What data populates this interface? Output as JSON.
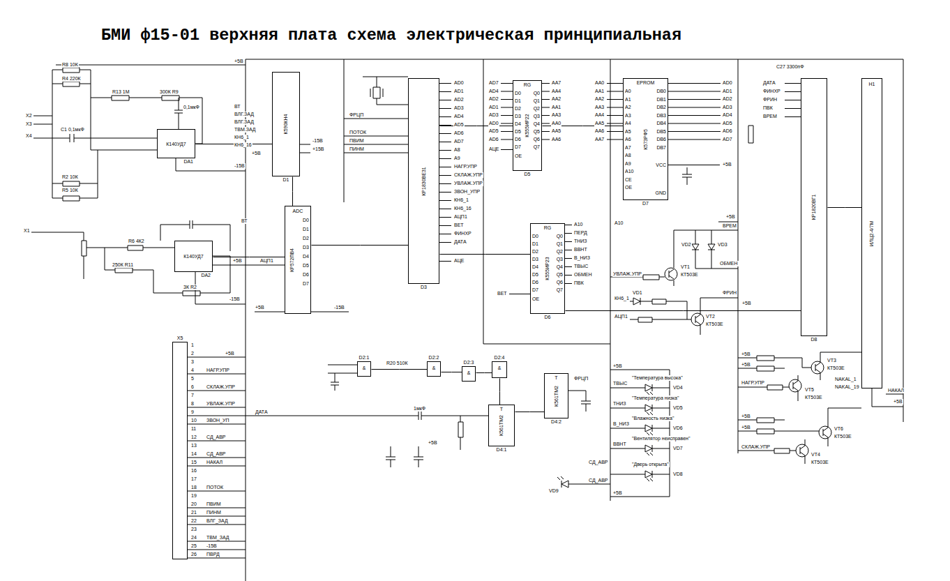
{
  "diagram": {
    "title": "БМИ ф15-01 верхняя плата схема электрическая принципиальная",
    "nodes": [
      {
        "text": [
          "К140УД7",
          "DA1"
        ]
      },
      {
        "text": [
          "К140УД7",
          "DA2"
        ]
      },
      {
        "text": [
          "К590КН4",
          "D1"
        ]
      },
      {
        "text": [
          "ADC",
          "КР572ПВ4",
          "D0",
          "D1",
          "D2",
          "D3",
          "D4",
          "D5",
          "D6",
          "D7"
        ]
      },
      {
        "text": [
          "КР1830ВЕ31",
          "D3"
        ]
      },
      {
        "text": [
          "RG",
          "К555ИР22",
          "D5",
          "D0",
          "D1",
          "D2",
          "D3",
          "D4",
          "D5",
          "D6",
          "D7",
          "OE",
          "Q0",
          "Q1",
          "Q2",
          "Q3",
          "Q4",
          "Q5",
          "Q6",
          "Q7"
        ]
      },
      {
        "text": [
          "EPROM",
          "К573РФ5",
          "D7",
          "A0",
          "A1",
          "A2",
          "A3",
          "A4",
          "A5",
          "A6",
          "A7",
          "A8",
          "A9",
          "A10",
          "CE",
          "OE",
          "DB0",
          "DB1",
          "DB2",
          "DB3",
          "DB4",
          "DB5",
          "DB6",
          "DB7",
          "VCC",
          "GND"
        ]
      },
      {
        "text": [
          "RG",
          "К555ИР23",
          "D6",
          "D0",
          "D1",
          "D2",
          "D3",
          "D4",
          "D5",
          "D6",
          "D7",
          "OE",
          "Q0",
          "Q1",
          "Q2",
          "Q3",
          "Q4",
          "Q5",
          "Q6",
          "Q7"
        ]
      },
      {
        "text": [
          "КР1820ВГ1",
          "D8"
        ]
      },
      {
        "text": [
          "ИЛЦ2-4/7М",
          "H1"
        ]
      },
      {
        "text": [
          "X5"
        ]
      },
      {
        "text": [
          "&",
          "D2:1"
        ]
      },
      {
        "text": [
          "&",
          "D2:2"
        ]
      },
      {
        "text": [
          "&",
          "D2:3"
        ]
      },
      {
        "text": [
          "&",
          "D2:4"
        ]
      },
      {
        "text": [
          "T",
          "К561ТМ2",
          "D4:1"
        ]
      },
      {
        "text": [
          "T",
          "К561ТМ2",
          "D4:2"
        ]
      }
    ],
    "edges": [
      {
        "from": 0,
        "to": 2,
        "arrow": "none"
      },
      {
        "from": 1,
        "to": 3,
        "arrow": "none"
      },
      {
        "from": 2,
        "to": 3,
        "arrow": "none"
      },
      {
        "from": 3,
        "to": 4,
        "arrow": "none"
      },
      {
        "from": 4,
        "to": 5,
        "arrow": "none"
      },
      {
        "from": 5,
        "to": 6,
        "arrow": "none"
      },
      {
        "from": 4,
        "to": 7,
        "arrow": "none"
      },
      {
        "from": 7,
        "to": 8,
        "arrow": "none"
      },
      {
        "from": 8,
        "to": 9,
        "arrow": "none"
      },
      {
        "from": 11,
        "to": 12,
        "arrow": "none"
      },
      {
        "from": 12,
        "to": 13,
        "arrow": "none"
      },
      {
        "from": 13,
        "to": 14,
        "arrow": "none"
      },
      {
        "from": 14,
        "to": 15,
        "arrow": "none"
      },
      {
        "from": 15,
        "to": 16,
        "arrow": "none"
      }
    ],
    "labels": [
      "+5В",
      "R8 10К",
      "R4 220К",
      "R13 1М",
      "300К R9",
      "0,1мкФ",
      "C1 0,1мкФ",
      "R2 10К",
      "R5 10К",
      "X2",
      "X3",
      "X4",
      "X1",
      "ВТ",
      "ВЛГ.ЗАД",
      "ВЛГ.ЗАД",
      "ТВМ.ЗАД",
      "КН6_1",
      "КН6_16",
      "+5В",
      "-15В",
      "-15В",
      "+15В",
      "R6 4К2",
      "250К R11",
      "3К R2",
      "ВТ",
      "+5В",
      "АЦП1",
      "-15В",
      "+5В",
      "-15В",
      "ФРЦП",
      "ПОТОК",
      "ПВИМ",
      "ПИНМ",
      "AD0",
      "AD1",
      "AD2",
      "AD3",
      "AD4",
      "AD5",
      "AD6",
      "AD7",
      "A8",
      "A9",
      "НАГР.УПР",
      "СКЛАЖ.УПР",
      "УВЛАЖ.УПР",
      "ЗВОН_УПР",
      "КН6_1",
      "КН6_16",
      "АЦП1",
      "ВЕТ",
      "ФИНХР",
      "ДАТА",
      "АЦЕ",
      "AD7",
      "AD4",
      "AD2",
      "AD1",
      "AD3",
      "AD0",
      "AD5",
      "AD6",
      "АЦЕ",
      "AA7",
      "AA4",
      "AA2",
      "AA1",
      "AA3",
      "AA0",
      "AA5",
      "AA6",
      "AA0",
      "AA1",
      "AA2",
      "AA3",
      "AA4",
      "AA5",
      "AA6",
      "AA7",
      "AD0",
      "AD1",
      "AD2",
      "AD3",
      "AD4",
      "AD5",
      "AD6",
      "AD7",
      "+5В",
      "ДАТА",
      "ФИНХР",
      "ФРИН",
      "ПВК",
      "ВРЕМ",
      "C27 3300пФ",
      "A10",
      "A10",
      "ПЕРД",
      "ТНИЗ",
      "ВВНТ",
      "В_НИЗ",
      "ТВЫС",
      "ОБМЕН",
      "ПВК",
      "ВЕТ",
      "УВЛАЖ.УПР",
      "КН6_1",
      "АЦП1",
      "+5В",
      "ВРЕМ",
      "ОБМЕН",
      "ФРИН",
      "+5В",
      "VD1",
      "VD2",
      "VD3",
      "VT1",
      "КТ503Е",
      "VT2",
      "КТ503Е",
      "R20 510К",
      "1мкФ",
      "ДАТА",
      "+5В",
      "ФРЦП",
      "+5В",
      "ТВЫС",
      "ТНИЗ",
      "В_НИЗ",
      "ВВНТ",
      "СД_АВР",
      "СД_АВР",
      "+5В",
      "\"Температура высока\"",
      "\"Температура низка\"",
      "\"Влажность низка\"",
      "\"Вентилятор неисправен\"",
      "\"Дверь открыта\"",
      "VD4",
      "VD5",
      "VD6",
      "VD7",
      "VD8",
      "VD9",
      "+5В",
      "+5В",
      "НАГР.УПР",
      "+5В",
      "+5В",
      "СКЛАЖ.УПР",
      "VT3",
      "КТ503Е",
      "VT5",
      "КТ503Е",
      "VT6",
      "КТ503Е",
      "VT4",
      "КТ503Е",
      "NAKAL_1",
      "NAKAL_19",
      "НАКАЛ",
      "+5В",
      "1",
      "2",
      "3",
      "4",
      "5",
      "6",
      "7",
      "8",
      "9",
      "10",
      "11",
      "12",
      "13",
      "14",
      "15",
      "16",
      "17",
      "18",
      "19",
      "20",
      "21",
      "22",
      "23",
      "24",
      "25",
      "26",
      "+5В",
      "НАГР.УПР",
      "СКЛАЖ.УПР",
      "УВЛАЖ.УПР",
      "ЗВОН_УП",
      "СД_АВР",
      "СД_АВР",
      "НАКАЛ",
      "ПОТОК",
      "ПВИМ",
      "ПИНМ",
      "ВЛГ_ЗАД",
      "ТВМ_ЗАД",
      "-15В",
      "ПВРД"
    ]
  }
}
